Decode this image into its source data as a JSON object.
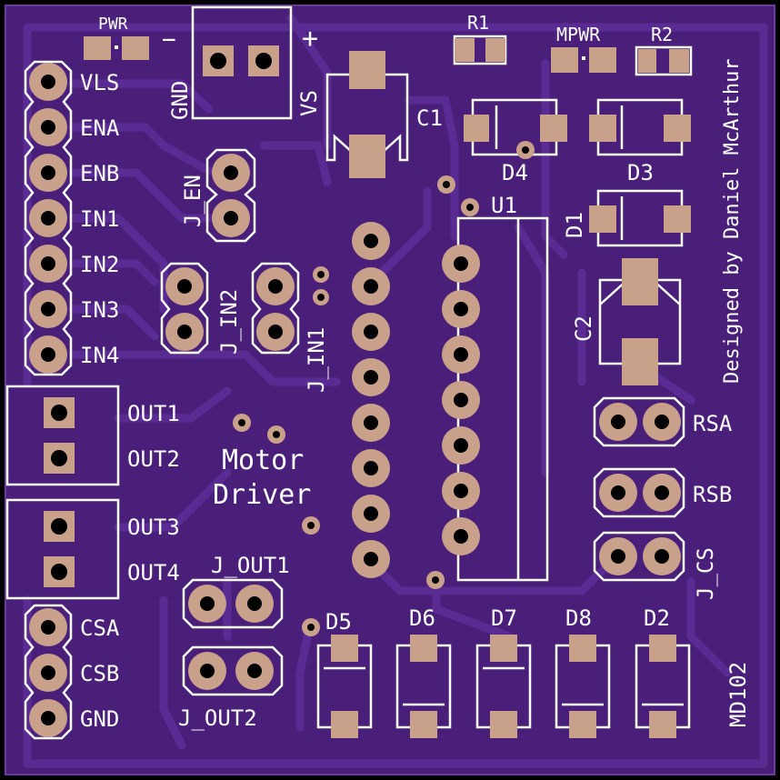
{
  "colors": {
    "background": "#000000",
    "board": "#4a1f7a",
    "trace": "#5b2b94",
    "silkscreen": "#ffffff",
    "pad": "#c9a18a",
    "drill": "#000000"
  },
  "labels": {
    "pwr": "PWR",
    "minus": "−",
    "plus": "+",
    "gnd_terminal": "GND",
    "vs_terminal": "VS",
    "r1": "R1",
    "mpwr": "MPWR",
    "r2": "R2",
    "designer": "Designed by Daniel McArthur",
    "c1": "C1",
    "d4": "D4",
    "d3": "D3",
    "u1": "U1",
    "d1": "D1",
    "c2": "C2",
    "j_en": "J_EN",
    "j_in2": "J_IN2",
    "j_in1": "J_IN1",
    "title_line1": "Motor",
    "title_line2": "Driver",
    "j_out1": "J_OUT1",
    "j_out2": "J_OUT2",
    "rsa": "RSA",
    "rsb": "RSB",
    "j_cs": "J_CS",
    "d5": "D5",
    "d6": "D6",
    "d7": "D7",
    "d8": "D8",
    "d2": "D2",
    "model": "MD102"
  },
  "left_header_pins": [
    "VLS",
    "ENA",
    "ENB",
    "IN1",
    "IN2",
    "IN3",
    "IN4"
  ],
  "output_terminals": [
    "OUT1",
    "OUT2",
    "OUT3",
    "OUT4"
  ],
  "bottom_header_pins": [
    "CSA",
    "CSB",
    "GND"
  ]
}
